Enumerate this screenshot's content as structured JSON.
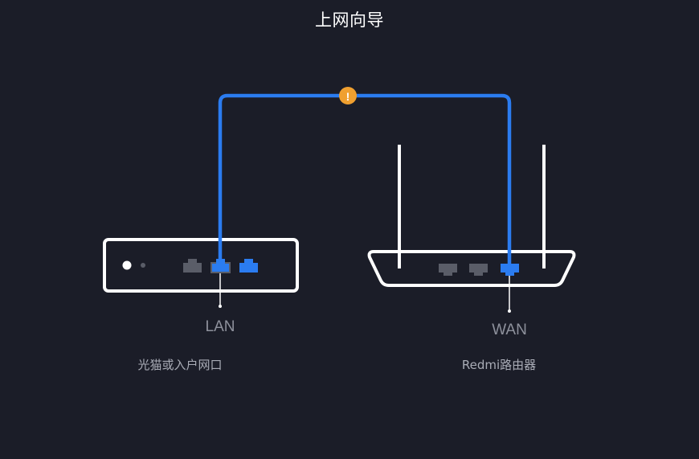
{
  "header": {
    "title": "上网向导"
  },
  "diagram": {
    "modem": {
      "name": "光猫或入户网口",
      "port_label": "LAN"
    },
    "router": {
      "name": "Redmi路由器",
      "port_label": "WAN"
    },
    "cable": {
      "status_icon": "warning-icon",
      "status_glyph": "!"
    },
    "colors": {
      "background": "#1b1d28",
      "cable": "#2b7cf0",
      "active_port": "#2b7cf0",
      "idle_port": "#5a5d68",
      "device_outline": "#ffffff",
      "warning": "#f0a030"
    }
  }
}
